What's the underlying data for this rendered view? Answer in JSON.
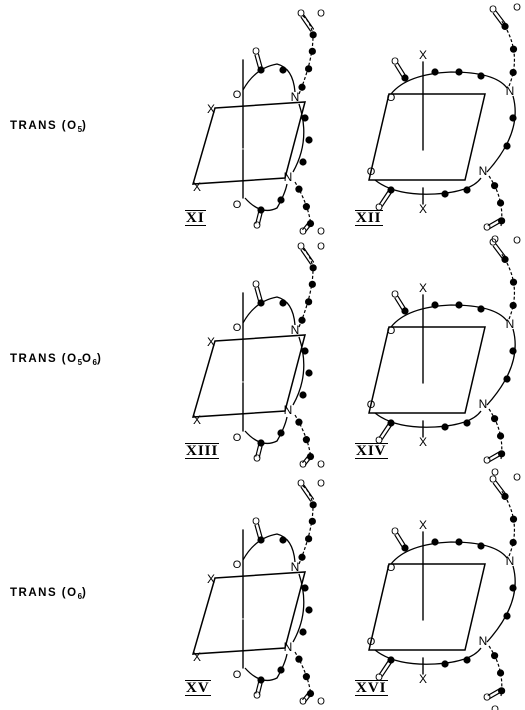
{
  "rows": [
    {
      "label_main": "TRANS (O",
      "label_subs": [
        "5"
      ],
      "label_close": ")"
    },
    {
      "label_main": "TRANS (O",
      "label_subs": [
        "5",
        "6"
      ],
      "label_close": ")"
    },
    {
      "label_main": "TRANS (O",
      "label_subs": [
        "6"
      ],
      "label_close": ")"
    }
  ],
  "structures": [
    {
      "numeral": "XI",
      "variant": "A"
    },
    {
      "numeral": "XII",
      "variant": "B"
    },
    {
      "numeral": "XIII",
      "variant": "A"
    },
    {
      "numeral": "XIV",
      "variant": "B"
    },
    {
      "numeral": "XV",
      "variant": "A"
    },
    {
      "numeral": "XVI",
      "variant": "B"
    }
  ],
  "atoms": {
    "ligand": "X",
    "nitrogen": "N",
    "oxygen": "O"
  },
  "colors": {
    "ink": "#000000",
    "background": "#ffffff"
  }
}
